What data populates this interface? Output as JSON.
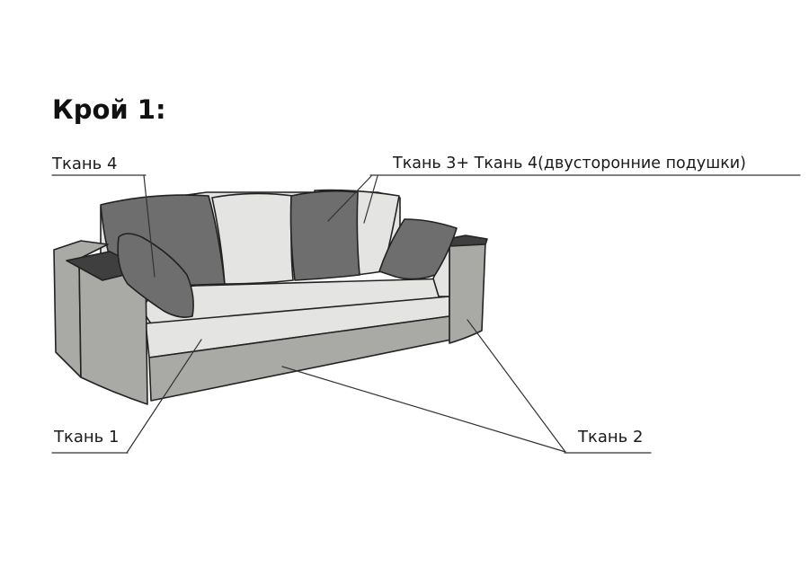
{
  "title": "Крой 1:",
  "labels": {
    "fabric_4": "Ткань 4",
    "fabric_3_4": "Ткань 3+ Ткань 4(двусторонние подушки)",
    "fabric_1": "Ткань 1",
    "fabric_2": "Ткань 2"
  },
  "colors": {
    "fabric_1": "#e4e4e2",
    "fabric_2": "#a9a9a6",
    "fabric_3": "#e4e4e2",
    "fabric_4": "#6e6e6e",
    "armrest_top": "#3f3f3f",
    "outline": "#222222"
  }
}
